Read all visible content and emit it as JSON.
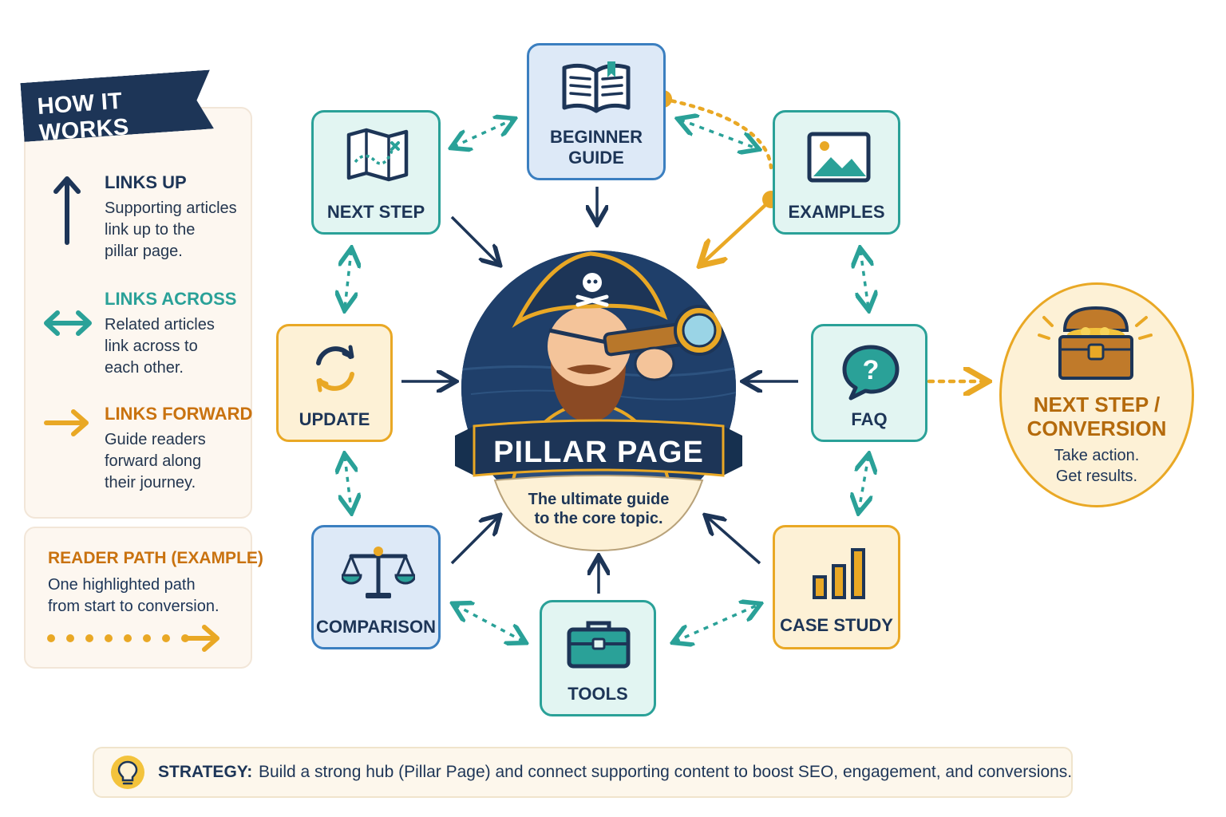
{
  "legend": {
    "heading": "HOW IT WORKS",
    "items": [
      {
        "title": "LINKS UP",
        "desc": [
          "Supporting articles",
          "link up to the",
          "pillar page."
        ]
      },
      {
        "title": "LINKS ACROSS",
        "desc": [
          "Related articles",
          "link across to",
          "each other."
        ]
      },
      {
        "title": "LINKS FORWARD",
        "desc": [
          "Guide readers",
          "forward along",
          "their journey."
        ]
      }
    ],
    "path": {
      "title": "READER PATH (EXAMPLE)",
      "desc": [
        "One highlighted path",
        "from start to conversion."
      ]
    }
  },
  "pillar": {
    "title": "PILLAR PAGE",
    "subtitle": [
      "The ultimate guide",
      "to the core topic."
    ]
  },
  "nodes": {
    "beginner_guide": [
      "BEGINNER",
      "GUIDE"
    ],
    "next_step": "NEXT STEP",
    "examples": "EXAMPLES",
    "update": "UPDATE",
    "faq": "FAQ",
    "comparison": "COMPARISON",
    "tools": "TOOLS",
    "case_study": "CASE STUDY"
  },
  "conversion": {
    "title": [
      "NEXT STEP /",
      "CONVERSION"
    ],
    "subtitle": [
      "Take action.",
      "Get results."
    ]
  },
  "strategy": {
    "label": "STRATEGY:",
    "text": "Build a strong hub (Pillar Page) and connect supporting content to boost SEO, engagement, and conversions."
  },
  "colors": {
    "navy": "#1d3557",
    "teal": "#2aa198",
    "gold": "#e9a825",
    "blue": "#3b7fc0",
    "orange": "#c9720f"
  }
}
